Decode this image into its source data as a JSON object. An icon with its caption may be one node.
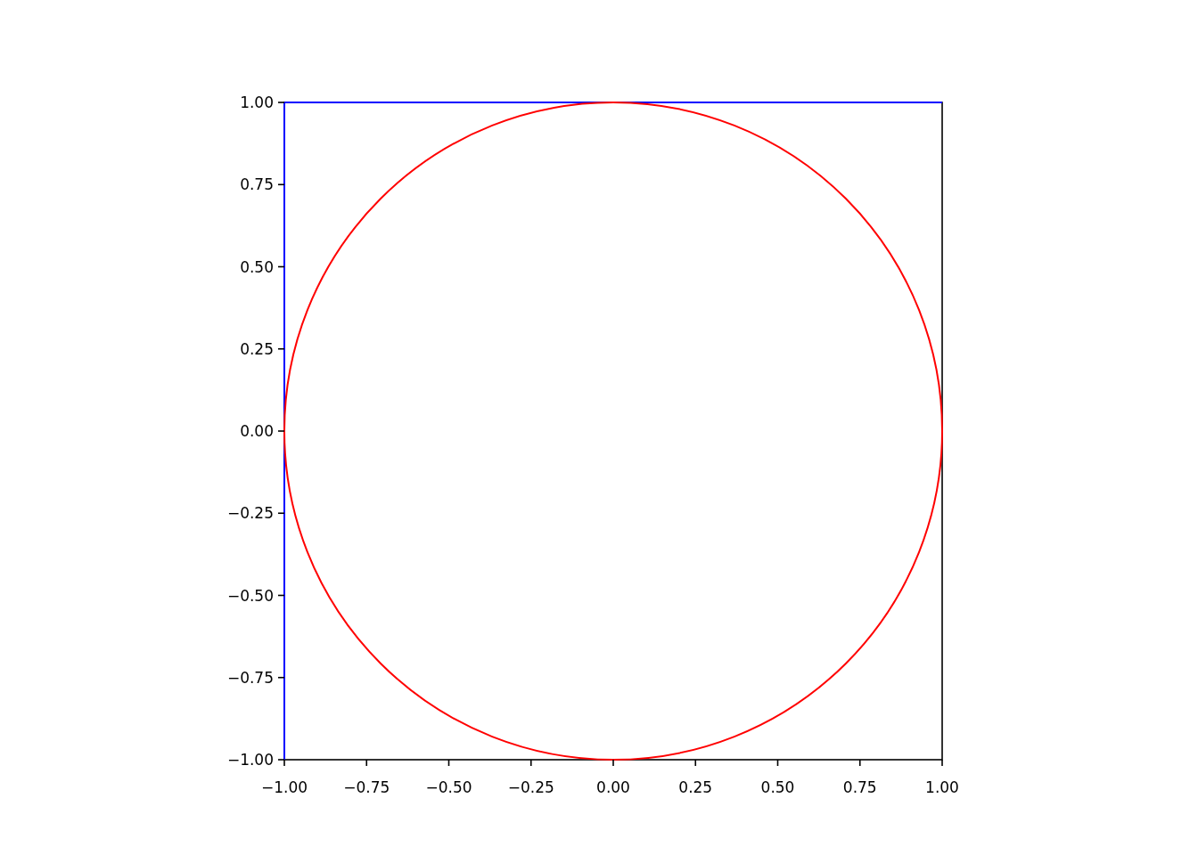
{
  "diagram": {
    "chart_data": {
      "type": "line",
      "xlim": [
        -1,
        1
      ],
      "ylim": [
        -1,
        1
      ],
      "xticks": [
        {
          "value": -1,
          "label": "−1.00"
        },
        {
          "value": -0.75,
          "label": "−0.75"
        },
        {
          "value": -0.5,
          "label": "−0.50"
        },
        {
          "value": -0.25,
          "label": "−0.25"
        },
        {
          "value": 0,
          "label": "0.00"
        },
        {
          "value": 0.25,
          "label": "0.25"
        },
        {
          "value": 0.5,
          "label": "0.50"
        },
        {
          "value": 0.75,
          "label": "0.75"
        },
        {
          "value": 1,
          "label": "1.00"
        }
      ],
      "yticks": [
        {
          "value": -1,
          "label": "−1.00"
        },
        {
          "value": -0.75,
          "label": "−0.75"
        },
        {
          "value": -0.5,
          "label": "−0.50"
        },
        {
          "value": -0.25,
          "label": "−0.25"
        },
        {
          "value": 0,
          "label": "0.00"
        },
        {
          "value": 0.25,
          "label": "0.25"
        },
        {
          "value": 0.5,
          "label": "0.50"
        },
        {
          "value": 0.75,
          "label": "0.75"
        },
        {
          "value": 1,
          "label": "1.00"
        }
      ],
      "x": [
        -1,
        1
      ],
      "series": [
        {
          "color": "#0000ff",
          "values": [
            1,
            1
          ]
        }
      ],
      "ref_lines": [
        {
          "axis": "x",
          "value": -1,
          "color": "#0000ff"
        }
      ]
    }
  }
}
